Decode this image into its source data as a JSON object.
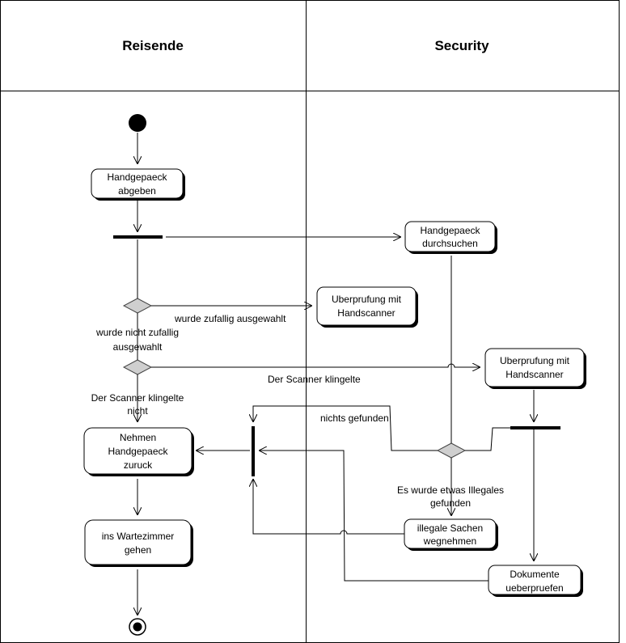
{
  "lanes": {
    "left": "Reisende",
    "right": "Security"
  },
  "nodes": {
    "abgeben": [
      "Handgepaeck",
      "abgeben"
    ],
    "durchsuchen": [
      "Handgepaeck",
      "durchsuchen"
    ],
    "scanner1": [
      "Uberprufung mit",
      "Handscanner"
    ],
    "scanner2": [
      "Uberprufung mit",
      "Handscanner"
    ],
    "nehmen": [
      "Nehmen",
      "Handgepaeck",
      "zuruck"
    ],
    "warte": [
      "ins Wartezimmer",
      "gehen"
    ],
    "illegale": [
      "illegale Sachen",
      "wegnehmen"
    ],
    "dokumente": [
      "Dokumente",
      "ueberpruefen"
    ]
  },
  "edges": {
    "ausgewahlt": "wurde zufallig ausgewahlt",
    "nicht_ausgewahlt": [
      "wurde nicht zufallig",
      "ausgewahlt"
    ],
    "klingelte": "Der Scanner klingelte",
    "nicht_klingelte": [
      "Der Scanner klingelte",
      "nicht"
    ],
    "nichts": "nichts gefunden",
    "gefunden": [
      "Es wurde etwas Illegales",
      "gefunden"
    ]
  }
}
